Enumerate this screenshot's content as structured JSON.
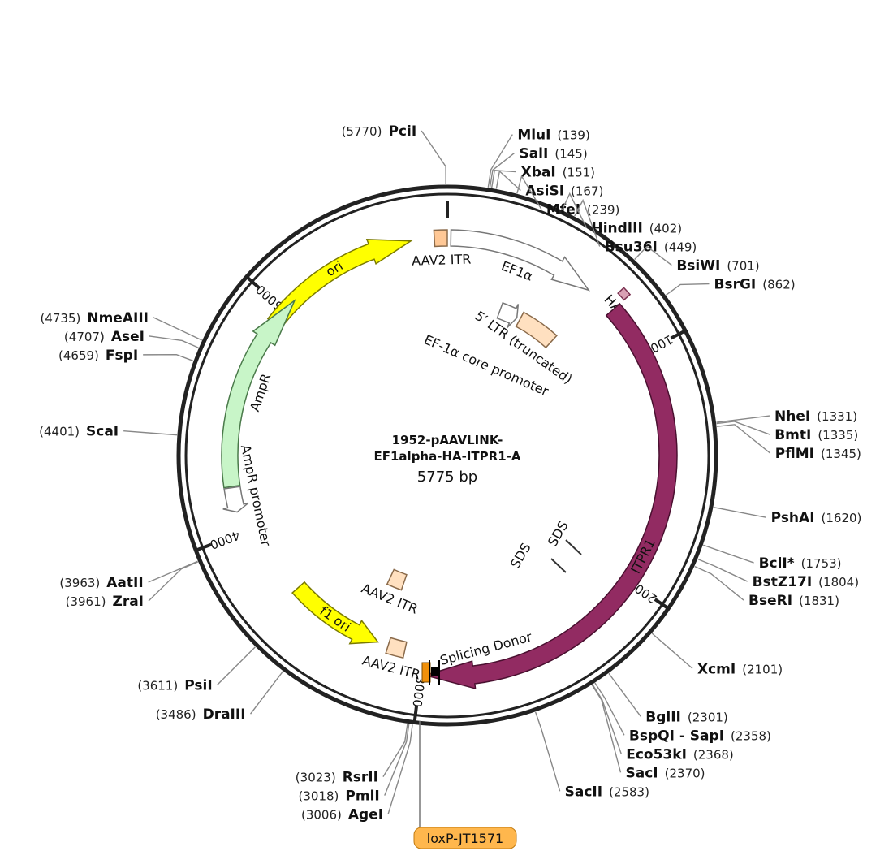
{
  "plasmid": {
    "name_line1": "1952-pAAVLINK-",
    "name_line2": "EF1alpha-HA-ITPR1-A",
    "size_label": "5775 bp",
    "length": 5775
  },
  "ticks": [
    {
      "pos": 1000,
      "label": "1000"
    },
    {
      "pos": 2000,
      "label": "2000"
    },
    {
      "pos": 3000,
      "label": "3000"
    },
    {
      "pos": 4000,
      "label": "4000"
    },
    {
      "pos": 5000,
      "label": "5000"
    }
  ],
  "sites": [
    {
      "name": "PciI",
      "pos_label": "(5770)",
      "bp": 5770,
      "side": "left",
      "dim": false
    },
    {
      "name": "MluI",
      "pos_label": "(139)",
      "bp": 139,
      "side": "right",
      "dim": false
    },
    {
      "name": "SalI",
      "pos_label": "(145)",
      "bp": 145,
      "side": "right",
      "dim": false
    },
    {
      "name": "XbaI",
      "pos_label": "(151)",
      "bp": 151,
      "side": "right",
      "dim": false
    },
    {
      "name": "AsiSI",
      "pos_label": "(167)",
      "bp": 167,
      "side": "right",
      "dim": false
    },
    {
      "name": "MfeI",
      "pos_label": "(239)",
      "bp": 239,
      "side": "right",
      "dim": false
    },
    {
      "name": "HindIII",
      "pos_label": "(402)",
      "bp": 402,
      "side": "right",
      "dim": false
    },
    {
      "name": "Bsu36I",
      "pos_label": "(449)",
      "bp": 449,
      "side": "right",
      "dim": false
    },
    {
      "name": "BsiWI",
      "pos_label": "(701)",
      "bp": 701,
      "side": "right",
      "dim": false
    },
    {
      "name": "BsrGI",
      "pos_label": "(862)",
      "bp": 862,
      "side": "right",
      "dim": false
    },
    {
      "name": "NheI",
      "pos_label": "(1331)",
      "bp": 1331,
      "side": "right",
      "dim": false
    },
    {
      "name": "BmtI",
      "pos_label": "(1335)",
      "bp": 1335,
      "side": "right",
      "dim": false
    },
    {
      "name": "PflMI",
      "pos_label": "(1345)",
      "bp": 1345,
      "side": "right",
      "dim": false
    },
    {
      "name": "PshAI",
      "pos_label": "(1620)",
      "bp": 1620,
      "side": "right",
      "dim": false
    },
    {
      "name": "BclI*",
      "pos_label": "(1753)",
      "bp": 1753,
      "side": "right",
      "dim": true
    },
    {
      "name": "BstZ17I",
      "pos_label": "(1804)",
      "bp": 1804,
      "side": "right",
      "dim": false
    },
    {
      "name": "BseRI",
      "pos_label": "(1831)",
      "bp": 1831,
      "side": "right",
      "dim": false
    },
    {
      "name": "XcmI",
      "pos_label": "(2101)",
      "bp": 2101,
      "side": "right",
      "dim": false
    },
    {
      "name": "BglII",
      "pos_label": "(2301)",
      "bp": 2301,
      "side": "right",
      "dim": false
    },
    {
      "name": "BspQI - SapI",
      "pos_label": "(2358)",
      "bp": 2358,
      "side": "right",
      "dim": false
    },
    {
      "name": "Eco53kI",
      "pos_label": "(2368)",
      "bp": 2368,
      "side": "right",
      "dim": false
    },
    {
      "name": "SacI",
      "pos_label": "(2370)",
      "bp": 2370,
      "side": "right",
      "dim": false
    },
    {
      "name": "SacII",
      "pos_label": "(2583)",
      "bp": 2583,
      "side": "right",
      "dim": false
    },
    {
      "name": "AgeI",
      "pos_label": "(3006)",
      "bp": 3006,
      "side": "left",
      "dim": false
    },
    {
      "name": "PmlI",
      "pos_label": "(3018)",
      "bp": 3018,
      "side": "left",
      "dim": false
    },
    {
      "name": "RsrII",
      "pos_label": "(3023)",
      "bp": 3023,
      "side": "left",
      "dim": false
    },
    {
      "name": "DraIII",
      "pos_label": "(3486)",
      "bp": 3486,
      "side": "left",
      "dim": false
    },
    {
      "name": "PsiI",
      "pos_label": "(3611)",
      "bp": 3611,
      "side": "left",
      "dim": false
    },
    {
      "name": "ZraI",
      "pos_label": "(3961)",
      "bp": 3961,
      "side": "left",
      "dim": false
    },
    {
      "name": "AatII",
      "pos_label": "(3963)",
      "bp": 3963,
      "side": "left",
      "dim": false
    },
    {
      "name": "ScaI",
      "pos_label": "(4401)",
      "bp": 4401,
      "side": "left",
      "dim": false
    },
    {
      "name": "FspI",
      "pos_label": "(4659)",
      "bp": 4659,
      "side": "left",
      "dim": false
    },
    {
      "name": "AseI",
      "pos_label": "(4707)",
      "bp": 4707,
      "side": "left",
      "dim": false
    },
    {
      "name": "NmeAIII",
      "pos_label": "(4735)",
      "bp": 4735,
      "side": "left",
      "dim": false
    }
  ],
  "features": [
    {
      "id": "ori",
      "label": "ori",
      "color": "#ffff00",
      "stroke": "#7a7a00",
      "start": 4930,
      "end": 5620,
      "dir": 1,
      "label_inside": true
    },
    {
      "id": "aav2-itr-top",
      "label": "AAV2 ITR",
      "color": "#ffc896",
      "stroke": "#8a6a4a",
      "start": 5720,
      "end": 5775,
      "dir": 0
    },
    {
      "id": "ef1a",
      "label": "EF1α",
      "color": "#ffffff",
      "stroke": "#777777",
      "start": 15,
      "end": 650,
      "dir": 1
    },
    {
      "id": "ha",
      "label": "HA",
      "color": "#d9a0b4",
      "stroke": "#7a3050",
      "start": 745,
      "end": 780,
      "dir": 0
    },
    {
      "id": "itpr1",
      "label": "ITPR1",
      "color": "#922b62",
      "stroke": "#4a1030",
      "start": 780,
      "end": 2980,
      "dir": 1,
      "label_inside": true
    },
    {
      "id": "ef1a-core-promoter",
      "label": "EF-1α core promoter",
      "color": "#ffffff",
      "stroke": "#777777",
      "start": 320,
      "end": 430,
      "dir": 1
    },
    {
      "id": "5-ltr-truncated",
      "label": "5′ LTR (truncated)",
      "color": "#ffe0c0",
      "stroke": "#8a6a4a",
      "start": 450,
      "end": 680,
      "dir": 0
    },
    {
      "id": "aav2-itr-mid",
      "label": "AAV2 ITR",
      "color": "#ffe0c0",
      "stroke": "#8a6a4a",
      "start": 3190,
      "end": 3290,
      "dir": 0
    },
    {
      "id": "aav2-itr-low",
      "label": "AAV2 ITR",
      "color": "#ffe0c0",
      "stroke": "#8a6a4a",
      "start": 3085,
      "end": 3165,
      "dir": 0
    },
    {
      "id": "f1-ori",
      "label": "f1 ori",
      "color": "#ffff00",
      "stroke": "#7a7a00",
      "start": 3215,
      "end": 3665,
      "dir": -1,
      "label_inside": true
    },
    {
      "id": "ampr-promoter",
      "label": "AmpR promoter",
      "color": "#ffffff",
      "stroke": "#777777",
      "start": 4090,
      "end": 4195,
      "dir": -1
    },
    {
      "id": "ampr",
      "label": "AmpR",
      "color": "#c8f5c8",
      "stroke": "#4a7a4a",
      "start": 4200,
      "end": 5060,
      "dir": 1
    }
  ],
  "misc_labels": {
    "splicing_donor": "Splicing Donor",
    "sds_1": "SDS",
    "sds_2": "SDS"
  },
  "loxp": {
    "label": "loxP-JT1571",
    "color": "#ffb74d"
  }
}
